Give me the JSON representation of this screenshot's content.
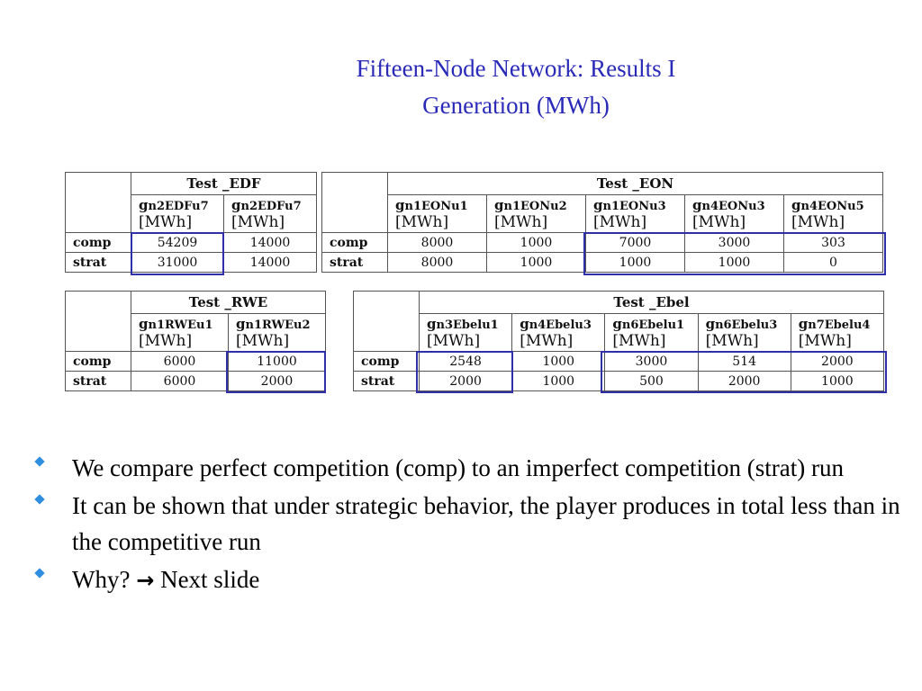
{
  "slide": {
    "title_line1": "Fifteen-Node Network: Results I",
    "title_line2": "Generation (MWh)"
  },
  "tables": {
    "edf": {
      "title": "Test _EDF",
      "columns": [
        {
          "g": "g",
          "sub": "n2EDFu7",
          "unit": "[MWh]"
        },
        {
          "g": "g",
          "sub": "n2EDFu7",
          "unit": "[MWh]"
        }
      ],
      "rows": [
        {
          "label": "comp",
          "values": [
            "54209",
            "14000"
          ]
        },
        {
          "label": "strat",
          "values": [
            "31000",
            "14000"
          ]
        }
      ]
    },
    "eon": {
      "title": "Test _EON",
      "columns": [
        {
          "g": "g",
          "sub": "n1EONu1",
          "unit": "[MWh]"
        },
        {
          "g": "g",
          "sub": "n1EONu2",
          "unit": "[MWh]"
        },
        {
          "g": "g",
          "sub": "n1EONu3",
          "unit": "[MWh]"
        },
        {
          "g": "g",
          "sub": "n4EONu3",
          "unit": "[MWh]"
        },
        {
          "g": "g",
          "sub": "n4EONu5",
          "unit": "[MWh]"
        }
      ],
      "rows": [
        {
          "label": "comp",
          "values": [
            "8000",
            "1000",
            "7000",
            "3000",
            "303"
          ]
        },
        {
          "label": "strat",
          "values": [
            "8000",
            "1000",
            "1000",
            "1000",
            "0"
          ]
        }
      ]
    },
    "rwe": {
      "title": "Test _RWE",
      "columns": [
        {
          "g": "g",
          "sub": "n1RWEu1",
          "unit": "[MWh]"
        },
        {
          "g": "g",
          "sub": "n1RWEu2",
          "unit": "[MWh]"
        }
      ],
      "rows": [
        {
          "label": "comp",
          "values": [
            "6000",
            "11000"
          ]
        },
        {
          "label": "strat",
          "values": [
            "6000",
            "2000"
          ]
        }
      ]
    },
    "ebel": {
      "title": "Test _Ebel",
      "columns": [
        {
          "g": "g",
          "sub": "n3Ebelu1",
          "unit": "[MWh]"
        },
        {
          "g": "g",
          "sub": "n4Ebelu3",
          "unit": "[MWh]"
        },
        {
          "g": "g",
          "sub": "n6Ebelu1",
          "unit": "[MWh]"
        },
        {
          "g": "g",
          "sub": "n6Ebelu3",
          "unit": "[MWh]"
        },
        {
          "g": "g",
          "sub": "n7Ebelu4",
          "unit": "[MWh]"
        }
      ],
      "rows": [
        {
          "label": "comp",
          "values": [
            "2548",
            "1000",
            "3000",
            "514",
            "2000"
          ]
        },
        {
          "label": "strat",
          "values": [
            "2000",
            "1000",
            "500",
            "2000",
            "1000"
          ]
        }
      ]
    }
  },
  "bullets": {
    "b1": "We compare perfect competition (comp) to an imperfect competition (strat) run",
    "b2": "It can be shown that under strategic behavior, the player produces in total less than in the competitive run",
    "b3_prefix": "Why?",
    "b3_arrow": "→",
    "b3_suffix": "Next slide"
  },
  "colors": {
    "title": "#2a2ab8",
    "highlight_box": "#2f2fa8",
    "bullet": "#2e8ee0"
  }
}
